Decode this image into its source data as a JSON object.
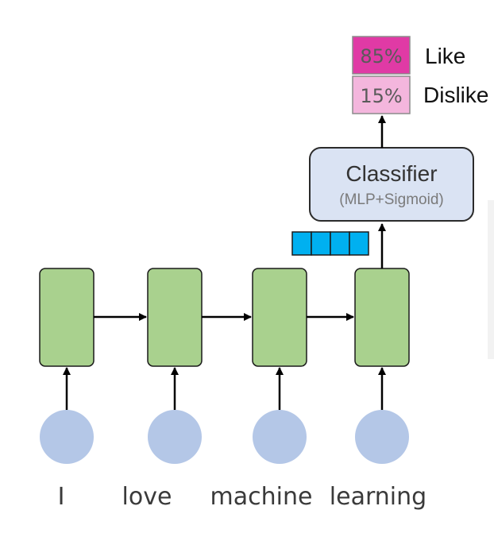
{
  "colors": {
    "rnn_cell_fill": "#a9d18e",
    "rnn_cell_stroke": "#1a1a1a",
    "input_node_fill": "#b4c7e7",
    "classifier_fill": "#dae3f3",
    "classifier_stroke": "#2b2b2b",
    "hidden_vector_fill": "#00b0f0",
    "like_fill": "#e03aa5",
    "dislike_fill": "#f4b6dd",
    "arrow": "#000000"
  },
  "input_words": [
    "I",
    "love",
    "machine",
    "learning"
  ],
  "classifier": {
    "title": "Classifier",
    "subtitle": "(MLP+Sigmoid)"
  },
  "outputs": [
    {
      "percent": "85%",
      "label": "Like"
    },
    {
      "percent": "15%",
      "label": "Dislike"
    }
  ]
}
